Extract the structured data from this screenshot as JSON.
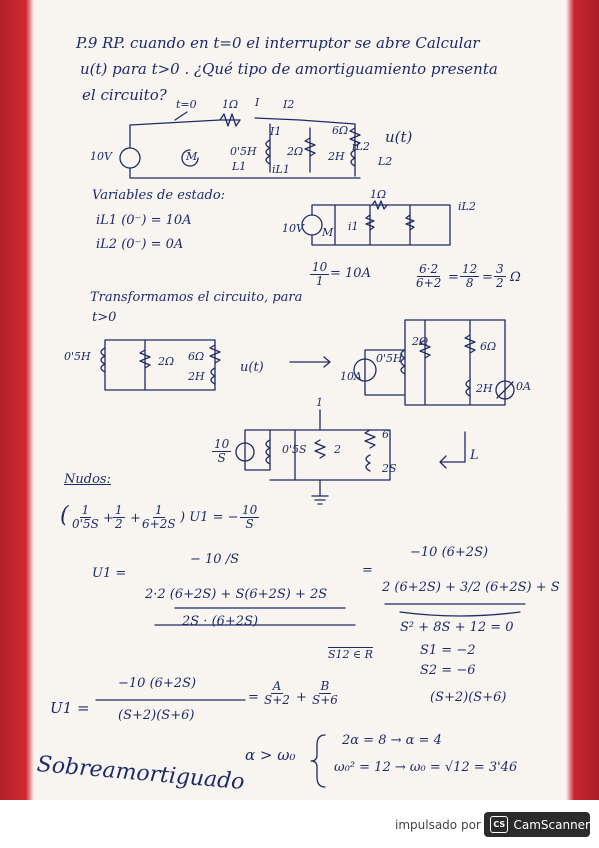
{
  "problem": {
    "line1": "P.9 RP. cuando en t=0 el interruptor se abre Calcular",
    "line2": "u(t) para   t>0  . ¿Qué tipo de amortiguamiento presenta",
    "line3": "el circuito?"
  },
  "circuit1": {
    "switch": "t=0",
    "r1": "1Ω",
    "i": "I",
    "i2": "I2",
    "source": "10V",
    "mesh": "M",
    "l1": "0'5H",
    "l1_name": "L1",
    "il1": "iL1",
    "r2": "2Ω",
    "r3": "6Ω",
    "l2": "2H",
    "il2": "iL2",
    "l2_name": "L2",
    "output": "u(t)",
    "i1": "I1"
  },
  "state": {
    "title": "Variables de estado:",
    "il1": "iL1 (0⁻) = 10A",
    "il2": "iL2 (0⁻) = 0A"
  },
  "circuit2": {
    "r": "1Ω",
    "source": "10V",
    "mesh": "M",
    "i1": "i1",
    "il2": "iL2"
  },
  "calc": {
    "ohm_num": "10",
    "ohm_den": "1",
    "ohm_res": "= 10A",
    "par_num": "6·2",
    "par_den": "6+2",
    "par_eq1": "=",
    "par_num2": "12",
    "par_den2": "8",
    "par_eq2": "=",
    "par_num3": "3",
    "par_den3": "2",
    "par_unit": "Ω"
  },
  "transform": {
    "line1": "Transformamos el circuito, para",
    "line2": "t>0",
    "c3_l1": "0'5H",
    "c3_r1": "2Ω",
    "c3_r2": "6Ω",
    "c3_l2": "2H",
    "c3_out": "u(t)",
    "c4_l1": "0'5H",
    "c4_r1": "2Ω",
    "c4_r2": "6Ω",
    "c4_l2": "2H",
    "c4_src": "10A",
    "c4_cross": "0A",
    "c5_src_num": "10",
    "c5_src_den": "S",
    "c5_l": "0'5S",
    "c5_r": "2",
    "c5_r2": "6",
    "c5_l2": "2S",
    "c5_mark": "1",
    "c5_gnd": "L"
  },
  "nodes": {
    "title": "Nudos:",
    "eq_a_num": "1",
    "eq_a_den": "0'5S",
    "eq_b_num": "1",
    "eq_b_den": "2",
    "eq_c_num": "1",
    "eq_c_den": "6+2S",
    "eq_rhs": ") U1 = −",
    "eq_rhs_num": "10",
    "eq_rhs_den": "S",
    "u1": "U1 =",
    "big_num": "− 10 /S",
    "big_den": "2·2 (6+2S) + S(6+2S) + 2S",
    "big_den2": "2S · (6+2S)",
    "eq": "=",
    "r_num": "−10 (6+2S)",
    "r_den": "2 (6+2S) + 3/2 (6+2S) + S",
    "char": "S² + 8S + 12 = 0",
    "s_label": "S12 ∈ R",
    "s1": "S1 = −2",
    "s2": "S2 = −6",
    "f_u1": "U1 =",
    "f_num": "−10 (6+2S)",
    "f_den": "(S+2)(S+6)",
    "f_eq": "=",
    "pa_num": "A",
    "pa_den": "S+2",
    "plus": "+",
    "pb_num": "B",
    "pb_den": "S+6",
    "roots": "(S+2)(S+6)"
  },
  "conclusion": {
    "type": "Sobreamortiguado",
    "cond": "α > ω₀",
    "eq1": "2α = 8 → α = 4",
    "eq2": "ω₀² = 12 → ω₀ = √12 = 3'46"
  },
  "footer": {
    "text": "impulsado por",
    "brand": "CamScanner",
    "logo": "CS"
  }
}
